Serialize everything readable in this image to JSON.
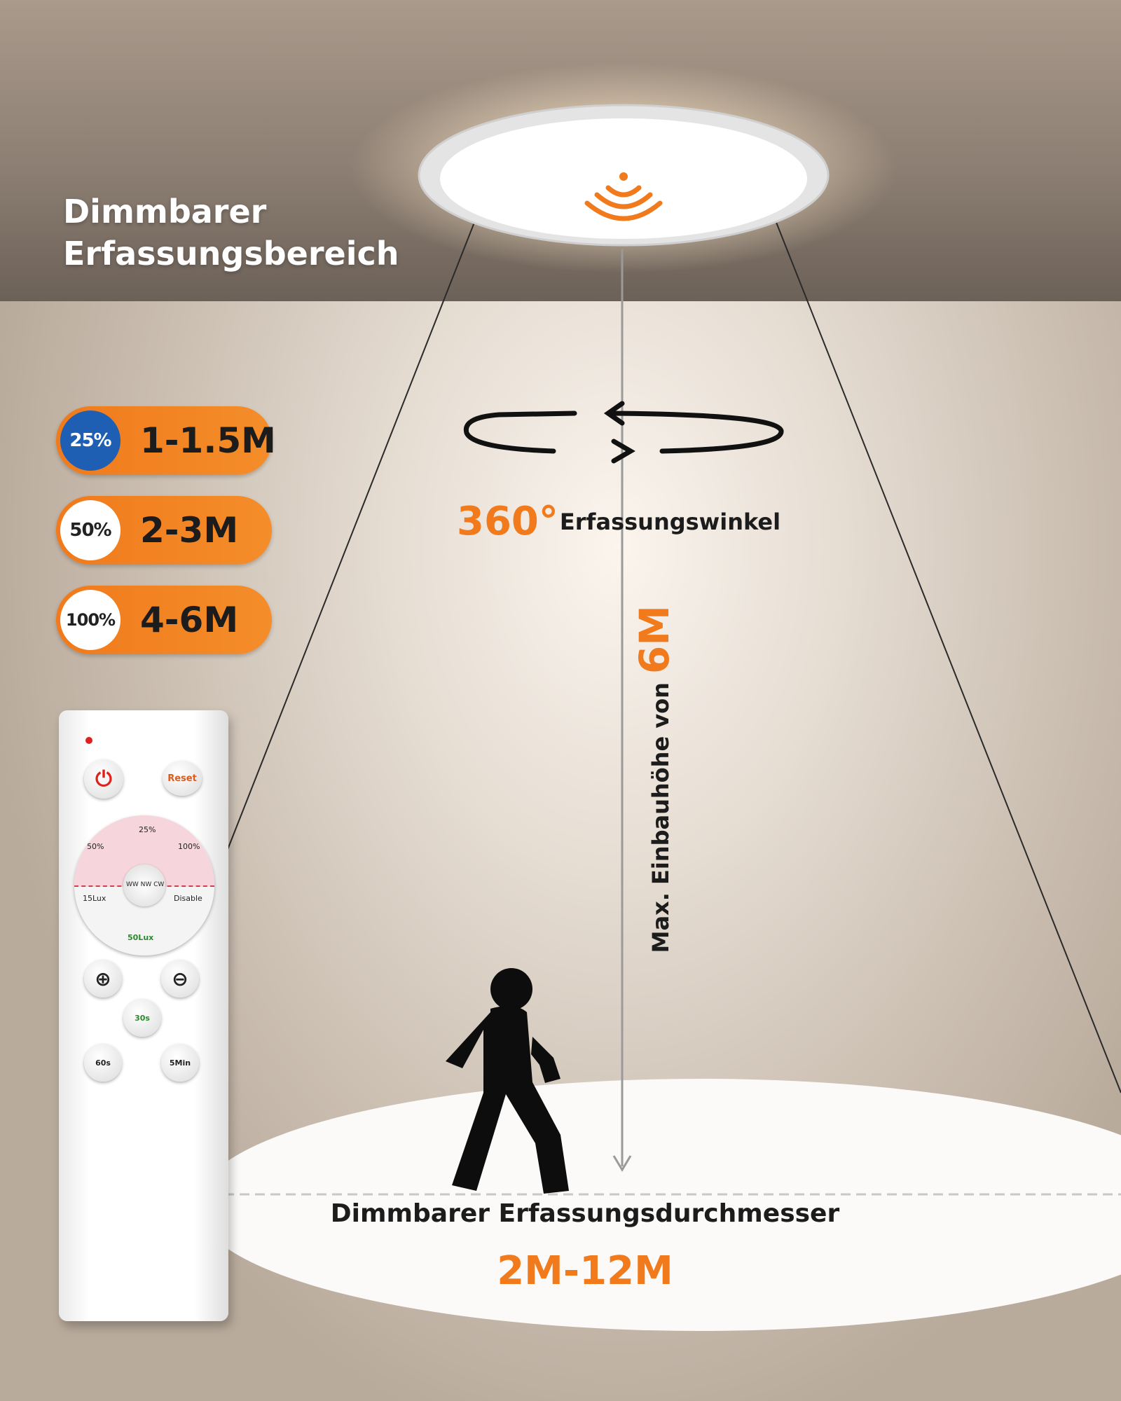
{
  "headline": {
    "line1": "Dimmbarer",
    "line2": "Erfassungsbereich"
  },
  "sensitivity_levels": [
    {
      "percent": "25%",
      "range": "1-1.5M"
    },
    {
      "percent": "50%",
      "range": "2-3M"
    },
    {
      "percent": "100%",
      "range": "4-6M"
    }
  ],
  "angle": {
    "value": "360°",
    "label": "Erfassungswinkel"
  },
  "height": {
    "label": "Max. Einbauhöhe von",
    "value": "6M"
  },
  "diameter": {
    "label": "Dimmbarer Erfassungsdurchmesser",
    "value": "2M-12M"
  },
  "remote": {
    "power_icon": "power-icon",
    "reset_label": "Reset",
    "dial_25": "25%",
    "dial_50": "50%",
    "dial_100": "100%",
    "dial_center": "WW NW CW",
    "dial_15lux": "15Lux",
    "dial_disable": "Disable",
    "dial_50lux": "50Lux",
    "timer_30s": "30s",
    "timer_60s": "60s",
    "timer_5min": "5Min"
  },
  "colors": {
    "accent": "#f07a1c",
    "blue_badge": "#1f5fb3",
    "sensor_icon": "#f07a1c"
  }
}
